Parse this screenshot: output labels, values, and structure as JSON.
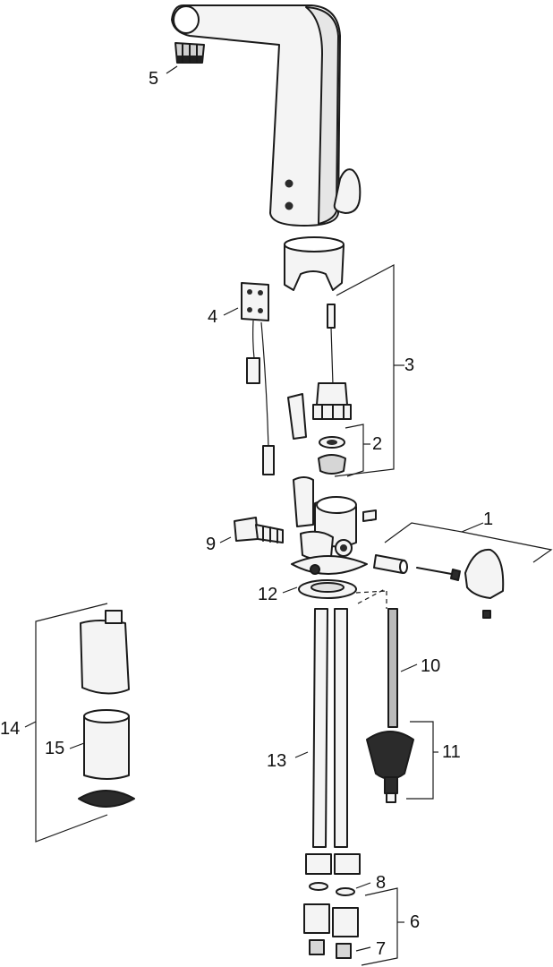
{
  "diagram": {
    "kind": "exploded-parts-view",
    "labels": {
      "l1": "1",
      "l2": "2",
      "l3": "3",
      "l4": "4",
      "l5": "5",
      "l6": "6",
      "l7": "7",
      "l8": "8",
      "l9": "9",
      "l10": "10",
      "l11": "11",
      "l12": "12",
      "l13": "13",
      "l14": "14",
      "l15": "15"
    },
    "colors": {
      "outline": "#1a1a1a",
      "body_fill": "#f4f4f4",
      "shade": "#d9d9d9",
      "dark": "#2b2b2b"
    }
  }
}
